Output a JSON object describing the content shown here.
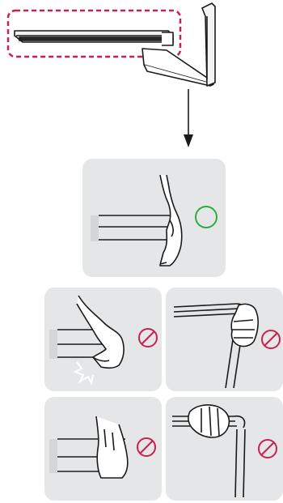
{
  "figure": {
    "top_illustration": {
      "icon": "monitor-with-stand-side-view",
      "highlight": "dashed-rounded-rectangle",
      "highlight_color": "#c8204f"
    },
    "arrow": {
      "icon": "arrow-down"
    },
    "correct_panel": {
      "icon": "hand-holding-bottom-edge",
      "mark": "circle",
      "mark_color": "#2eaa3f",
      "meaning": "correct"
    },
    "incorrect_panels": [
      {
        "icon": "hand-pressing-screen-edge",
        "mark": "prohibited",
        "mark_color": "#c8204f"
      },
      {
        "icon": "hand-gripping-top-edge",
        "mark": "prohibited",
        "mark_color": "#c8204f"
      },
      {
        "icon": "hand-touching-screen-face",
        "mark": "prohibited",
        "mark_color": "#c8204f"
      },
      {
        "icon": "fist-gripping-top-edge",
        "mark": "prohibited",
        "mark_color": "#c8204f"
      }
    ]
  }
}
